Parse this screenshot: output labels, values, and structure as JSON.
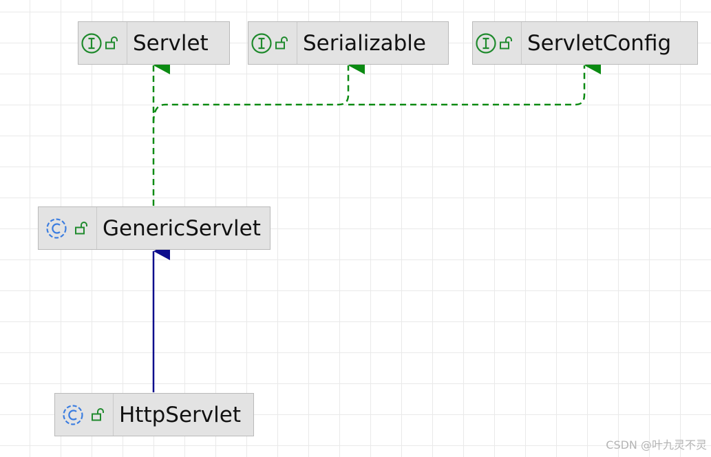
{
  "diagram": {
    "nodes": [
      {
        "id": "servlet",
        "kind": "interface",
        "name": "Servlet",
        "badge_icon": "interface-icon",
        "visibility_icon": "public-lock-icon"
      },
      {
        "id": "serializable",
        "kind": "interface",
        "name": "Serializable",
        "badge_icon": "interface-icon",
        "visibility_icon": "public-lock-icon"
      },
      {
        "id": "servletconfig",
        "kind": "interface",
        "name": "ServletConfig",
        "badge_icon": "interface-icon",
        "visibility_icon": "public-lock-icon"
      },
      {
        "id": "genericservlet",
        "kind": "class",
        "name": "GenericServlet",
        "badge_icon": "class-icon",
        "visibility_icon": "public-lock-icon"
      },
      {
        "id": "httpservlet",
        "kind": "class",
        "name": "HttpServlet",
        "badge_icon": "class-icon",
        "visibility_icon": "public-lock-icon"
      }
    ],
    "edges": [
      {
        "from": "genericservlet",
        "to": "servlet",
        "type": "implements"
      },
      {
        "from": "genericservlet",
        "to": "serializable",
        "type": "implements"
      },
      {
        "from": "genericservlet",
        "to": "servletconfig",
        "type": "implements"
      },
      {
        "from": "httpservlet",
        "to": "genericservlet",
        "type": "extends"
      }
    ],
    "colors": {
      "implements": "#0b8a12",
      "extends": "#0c0c8c",
      "interface_badge": "#1f8a2d",
      "class_badge": "#3b7de0",
      "node_fill": "#e3e3e3",
      "node_border": "#b9b9b9",
      "grid": "#e9e9e9"
    }
  },
  "watermark": "CSDN @叶九灵不灵"
}
